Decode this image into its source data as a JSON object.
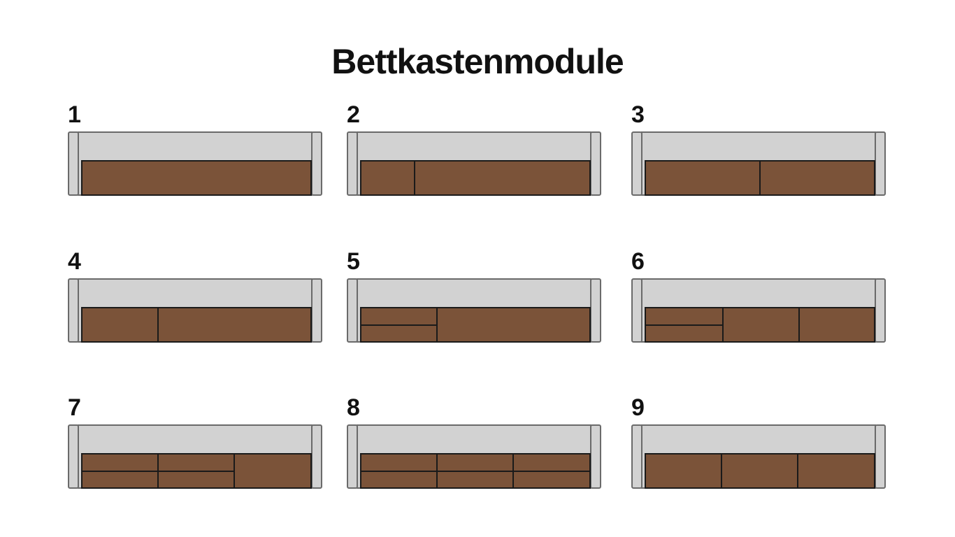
{
  "title": "Bettkastenmodule",
  "colors": {
    "drawer": "#7b5339",
    "frame": "#d2d2d2",
    "frame_border": "#6a6a6a",
    "drawer_border": "#1a1a1a"
  },
  "modules": [
    {
      "number": "1",
      "columns": [
        {
          "width": 1,
          "rows": 1
        }
      ]
    },
    {
      "number": "2",
      "columns": [
        {
          "width": 0.23,
          "rows": 1
        },
        {
          "width": 0.77,
          "rows": 1
        }
      ]
    },
    {
      "number": "3",
      "columns": [
        {
          "width": 0.5,
          "rows": 1
        },
        {
          "width": 0.5,
          "rows": 1
        }
      ]
    },
    {
      "number": "4",
      "columns": [
        {
          "width": 0.33,
          "rows": 1
        },
        {
          "width": 0.67,
          "rows": 1
        }
      ]
    },
    {
      "number": "5",
      "columns": [
        {
          "width": 0.33,
          "rows": 2
        },
        {
          "width": 0.67,
          "rows": 1
        }
      ]
    },
    {
      "number": "6",
      "columns": [
        {
          "width": 0.34,
          "rows": 2
        },
        {
          "width": 0.33,
          "rows": 1
        },
        {
          "width": 0.33,
          "rows": 1
        }
      ]
    },
    {
      "number": "7",
      "columns": [
        {
          "width": 0.333,
          "rows": 2
        },
        {
          "width": 0.333,
          "rows": 2
        },
        {
          "width": 0.334,
          "rows": 1
        }
      ]
    },
    {
      "number": "8",
      "columns": [
        {
          "width": 0.333,
          "rows": 2
        },
        {
          "width": 0.333,
          "rows": 2
        },
        {
          "width": 0.334,
          "rows": 2
        }
      ]
    },
    {
      "number": "9",
      "columns": [
        {
          "width": 0.333,
          "rows": 1
        },
        {
          "width": 0.333,
          "rows": 1
        },
        {
          "width": 0.334,
          "rows": 1
        }
      ]
    }
  ]
}
